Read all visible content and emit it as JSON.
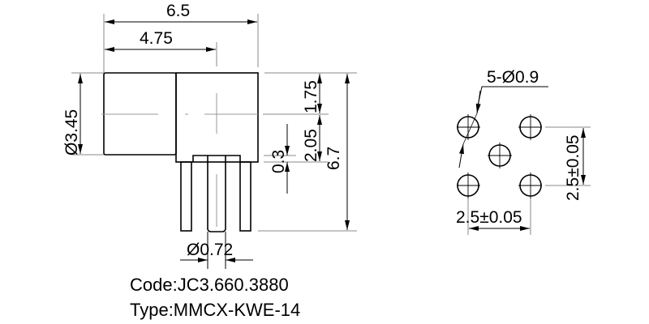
{
  "drawing": {
    "side_view": {
      "dim_overall_width": "6.5",
      "dim_body_width": "4.75",
      "dim_diameter": "Ø3.45",
      "dim_top_to_axis": "1.75",
      "dim_axis_to_base": "2.05",
      "dim_standoff": "0.3",
      "dim_overall_height": "6.7",
      "dim_pin_diameter": "Ø0.72"
    },
    "footprint_view": {
      "dim_holes": "5-Ø0.9",
      "dim_vertical_pitch": "2.5±0.05",
      "dim_horizontal_pitch": "2.5±0.05",
      "hole_count": 5
    }
  },
  "caption": {
    "code": "Code:JC3.660.3880",
    "type": "Type:MMCX-KWE-14"
  },
  "colors": {
    "line": "#000000",
    "center_line": "#999999",
    "background": "#ffffff"
  }
}
